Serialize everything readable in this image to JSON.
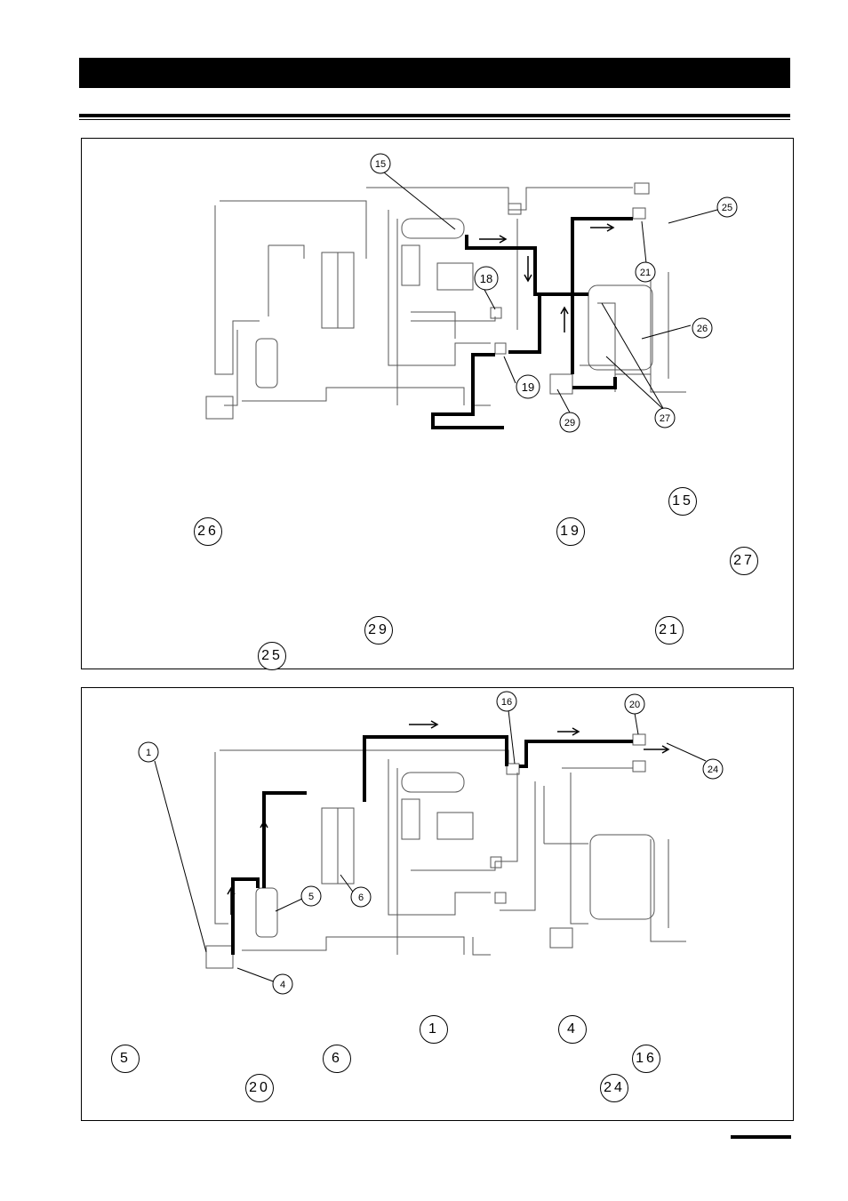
{
  "diagram_top": {
    "labels": {
      "l15": "15",
      "l25": "25",
      "l18": "18",
      "l21": "21",
      "l26": "26",
      "l19": "19",
      "l29": "29",
      "l27": "27"
    },
    "callouts": {
      "c15": "15",
      "c26": "26",
      "c19": "19",
      "c27": "27",
      "c29": "29",
      "c21": "21",
      "c25": "25"
    }
  },
  "diagram_bottom": {
    "labels": {
      "l16": "16",
      "l20": "20",
      "l24": "24",
      "l1": "1",
      "l4": "4",
      "l5": "5",
      "l6": "6"
    },
    "callouts": {
      "c1": "1",
      "c4": "4",
      "c5": "5",
      "c6": "6",
      "c16": "16",
      "c20": "20",
      "c24": "24"
    }
  }
}
